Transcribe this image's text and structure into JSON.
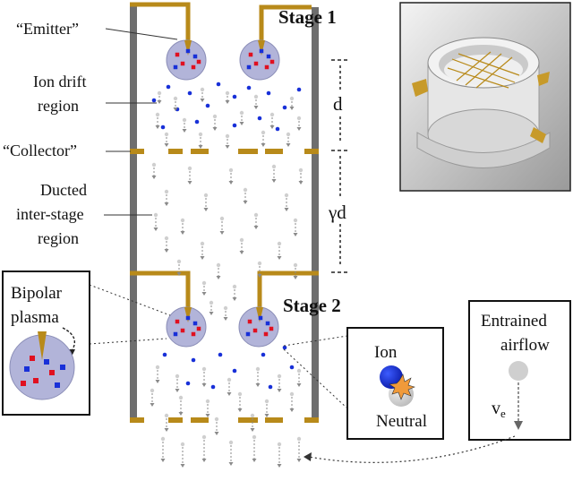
{
  "labels": {
    "emitter": "“Emitter”",
    "ion_drift_1": "Ion drift",
    "ion_drift_2": "region",
    "collector": "“Collector”",
    "ducted_1": "Ducted",
    "ducted_2": "inter-stage",
    "ducted_3": "region",
    "stage1": "Stage 1",
    "stage2": "Stage 2",
    "d": "d",
    "gamma_d": "γd",
    "bipolar_1": "Bipolar",
    "bipolar_2": "plasma",
    "ion": "Ion",
    "neutral": "Neutral",
    "entrained_1": "Entrained",
    "entrained_2": "airflow",
    "ve_v": "v",
    "ve_sub": "e"
  },
  "colors": {
    "gold": "#b88a1a",
    "wall": "#6e6e6e",
    "plasma": "#b2b4d9",
    "ion_red": "#e01020",
    "ion_blue": "#1830d8",
    "neutral_gray": "#cfcfcf",
    "arrow_gray": "#8a8a8a"
  },
  "icons": {
    "photo": "device-photo-3d-render",
    "collision": "starburst-collision-icon"
  }
}
